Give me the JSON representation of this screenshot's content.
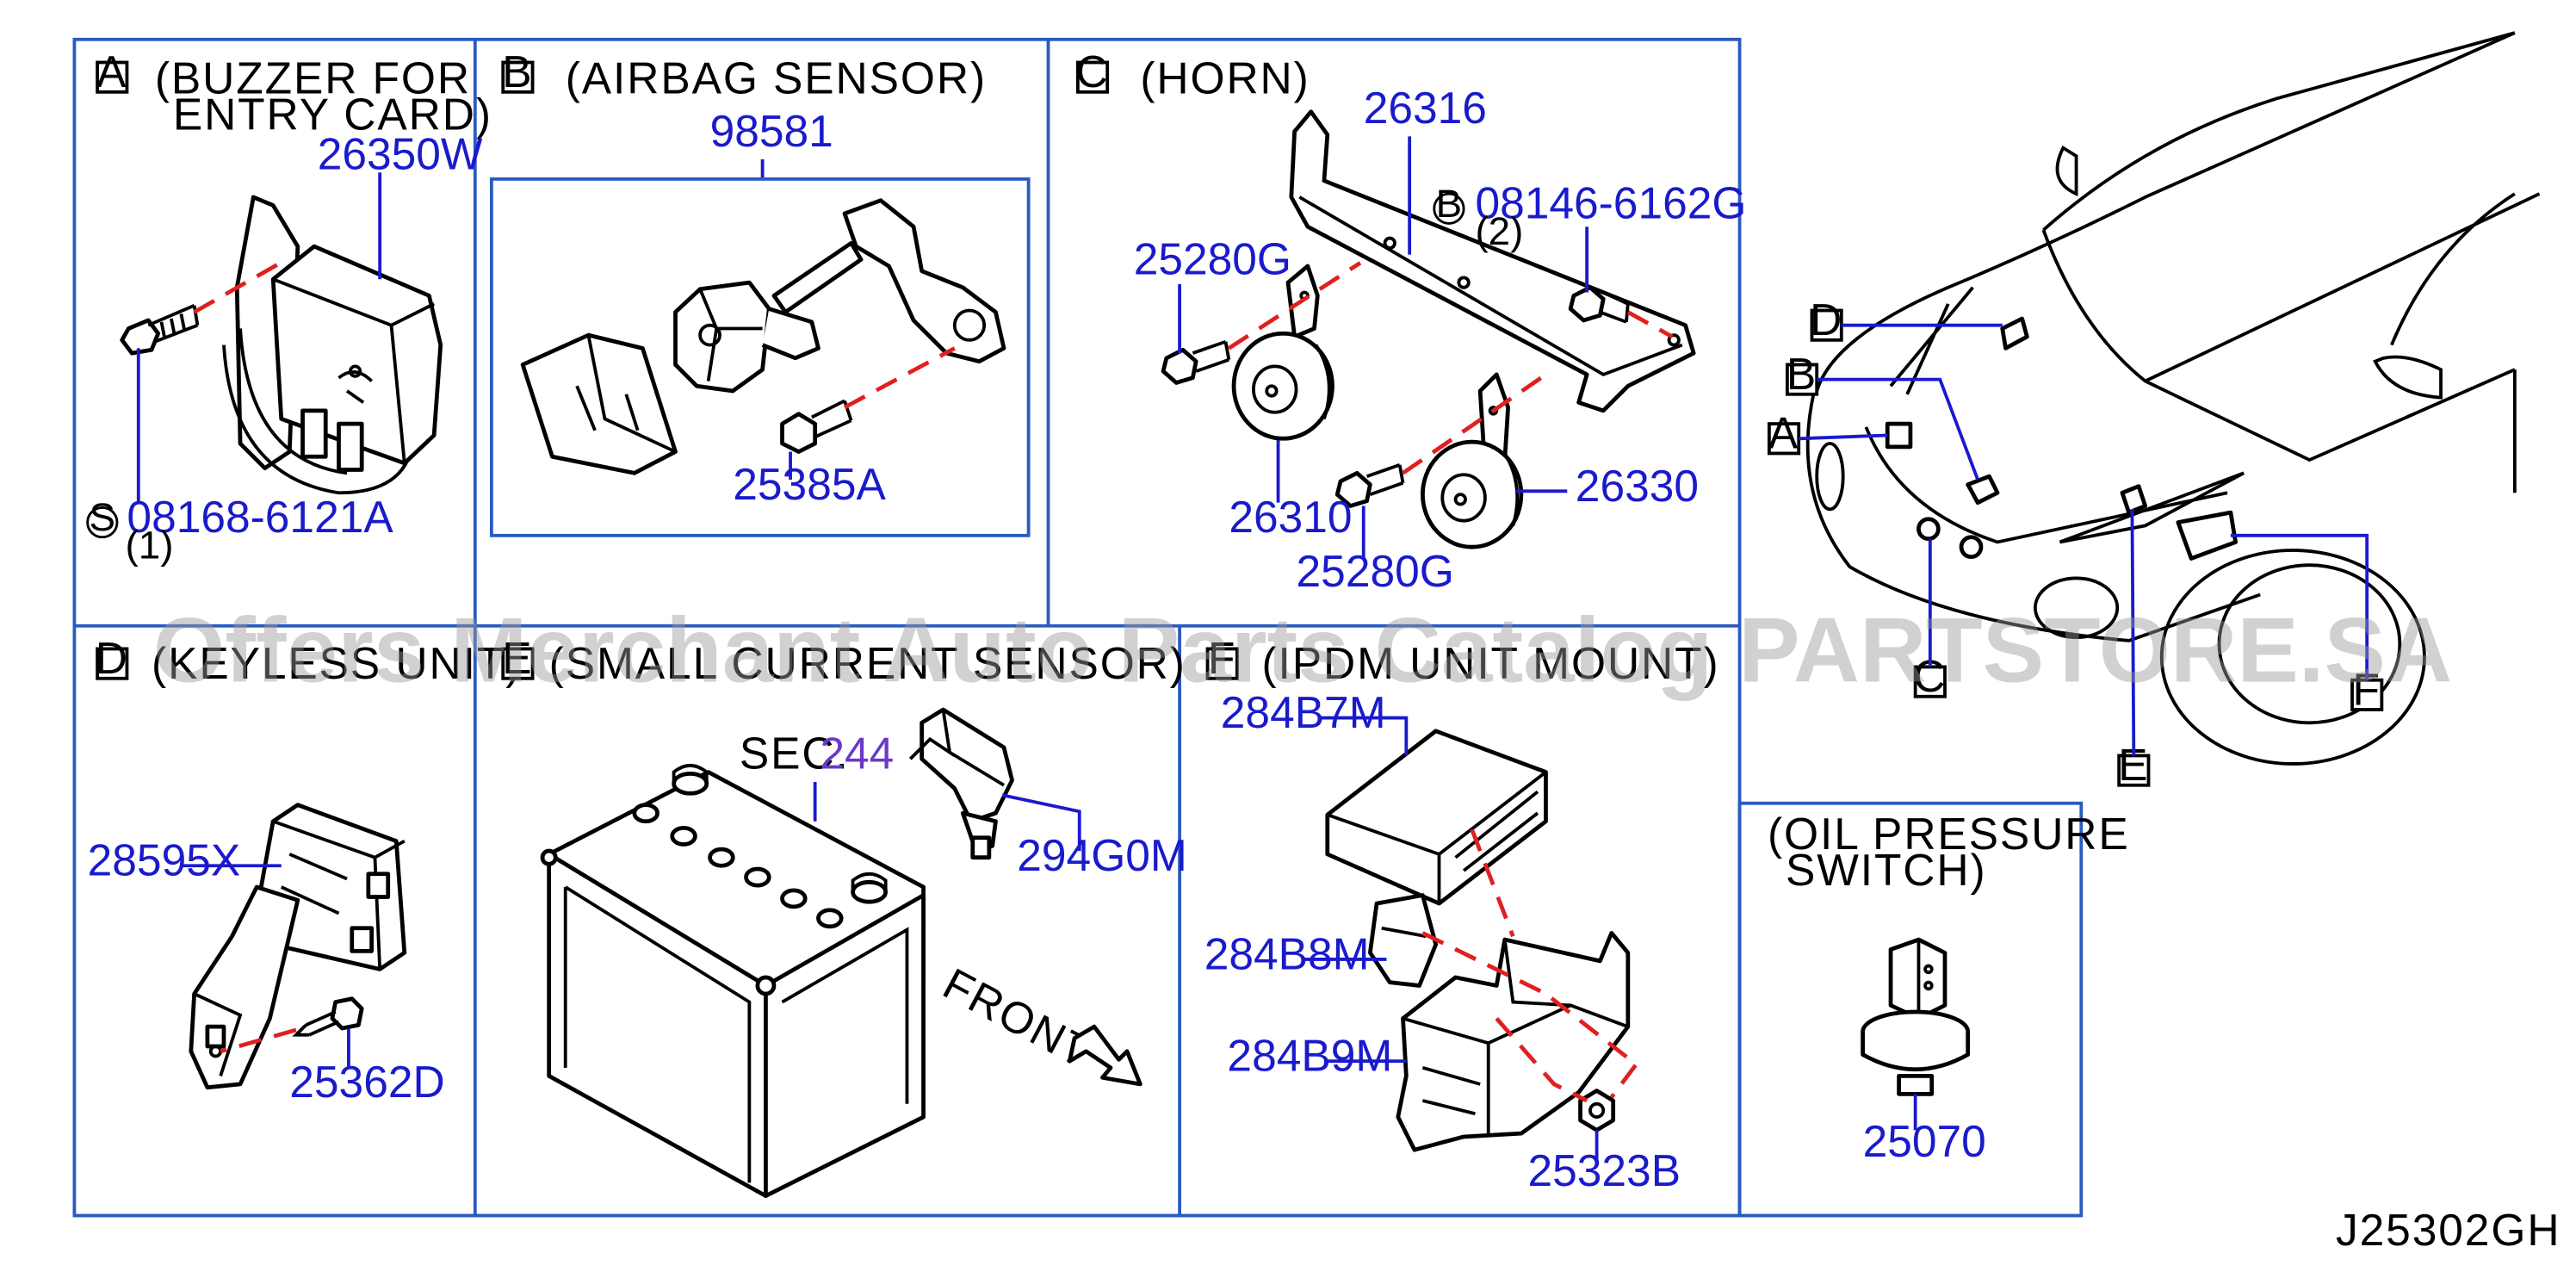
{
  "sections": {
    "A": {
      "key": "A",
      "title_line1": "(BUZZER   FOR",
      "title_line2": "ENTRY   CARD)"
    },
    "B": {
      "key": "B",
      "title": "(AIRBAG   SENSOR)"
    },
    "C": {
      "key": "C",
      "title": "(HORN)"
    },
    "D": {
      "key": "D",
      "title": "(KEYLESS   UNIT)"
    },
    "E": {
      "key": "E",
      "title": "(SMALL   CURRENT   SENSOR)"
    },
    "F": {
      "key": "F",
      "title": "(IPDM   UNIT   MOUNT)"
    },
    "oil": {
      "title_line1": "(OIL   PRESSURE",
      "title_line2": "SWITCH)"
    }
  },
  "parts": {
    "a_buzzer": "26350W",
    "a_bolt": "08168-6121A",
    "a_bolt_marker": "S",
    "a_bolt_qty": "(1)",
    "b_sensor": "98581",
    "b_bolt": "25385A",
    "c_bracket": "26316",
    "c_bolt": "08146-6162G",
    "c_bolt_marker": "B",
    "c_bolt_qty": "(2)",
    "c_bolt_low": "25280G",
    "c_horn_low": "26310",
    "c_bolt_high": "25280G",
    "c_horn_high": "26330",
    "d_unit": "28595X",
    "d_screw": "25362D",
    "e_sec_label": "SEC.",
    "e_sec_num": "244",
    "e_sensor": "294G0M",
    "e_front": "FRONT",
    "f_cover": "284B7M",
    "f_bracket": "284B8M",
    "f_mount": "284B9M",
    "f_nut": "25323B",
    "oil_switch": "25070"
  },
  "locator": {
    "a": "A",
    "b": "B",
    "c": "C",
    "d": "D",
    "e": "E",
    "f": "F"
  },
  "diagram_id": "J25302GH",
  "watermark": "Offers Merchant Auto Parts Catalog PARTSTORE.SA",
  "colors": {
    "frame": "#2a5bbf",
    "part_number": "#1a1acc",
    "leader_dash": "#e02020",
    "watermark": "#9a9a9a"
  }
}
